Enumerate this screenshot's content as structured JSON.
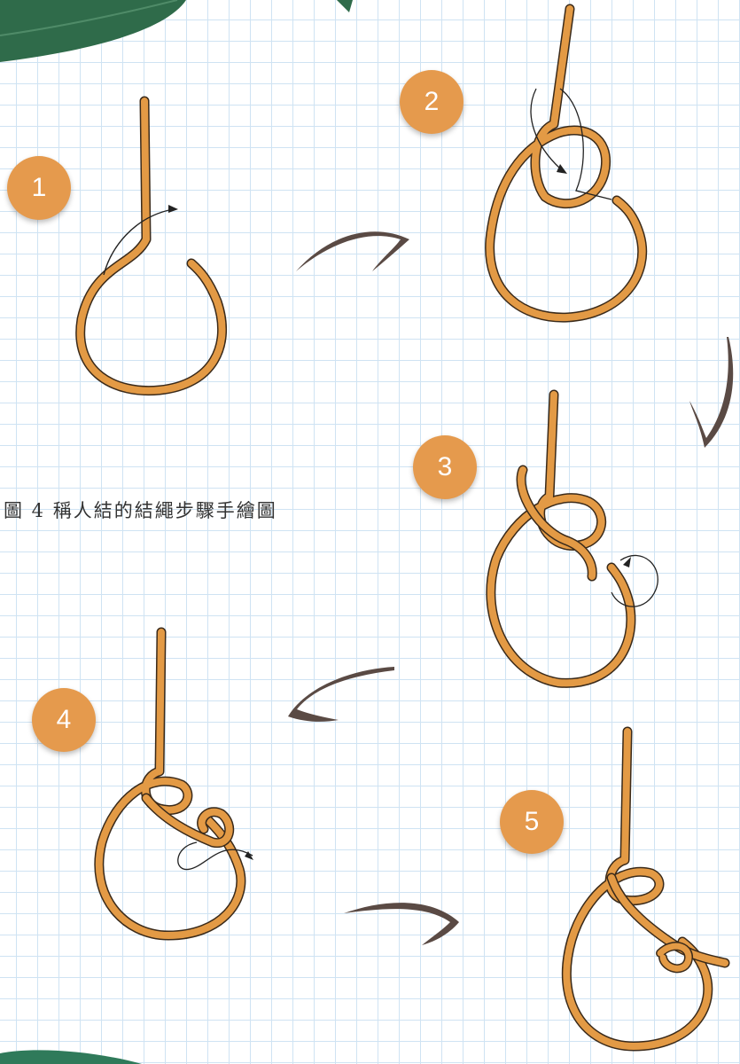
{
  "caption": "圖 4 稱人結的結繩步驟手繪圖",
  "steps": [
    {
      "number": "1"
    },
    {
      "number": "2"
    },
    {
      "number": "3"
    },
    {
      "number": "4"
    },
    {
      "number": "5"
    }
  ],
  "colors": {
    "rope": "#e39a45",
    "rope_outline": "#3a2a1a",
    "badge": "#e59a4d",
    "arrow": "#5a4a44",
    "leaf": "#2f6b4a",
    "grid": "#cfe3f3"
  }
}
